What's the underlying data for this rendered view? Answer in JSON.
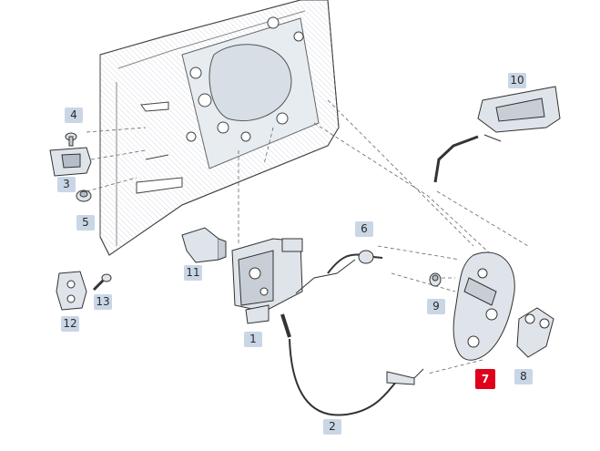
{
  "diagram": {
    "callouts": [
      "4",
      "3",
      "5",
      "12",
      "13",
      "11",
      "1",
      "6",
      "2",
      "9",
      "7",
      "8",
      "10"
    ],
    "selected_part": "7",
    "colors": {
      "callout_bg": "#c9d6e6",
      "callout_active_bg": "#e0001b",
      "part_fill": "#dfe4ea",
      "line": "#333333",
      "leader": "#555555"
    }
  }
}
